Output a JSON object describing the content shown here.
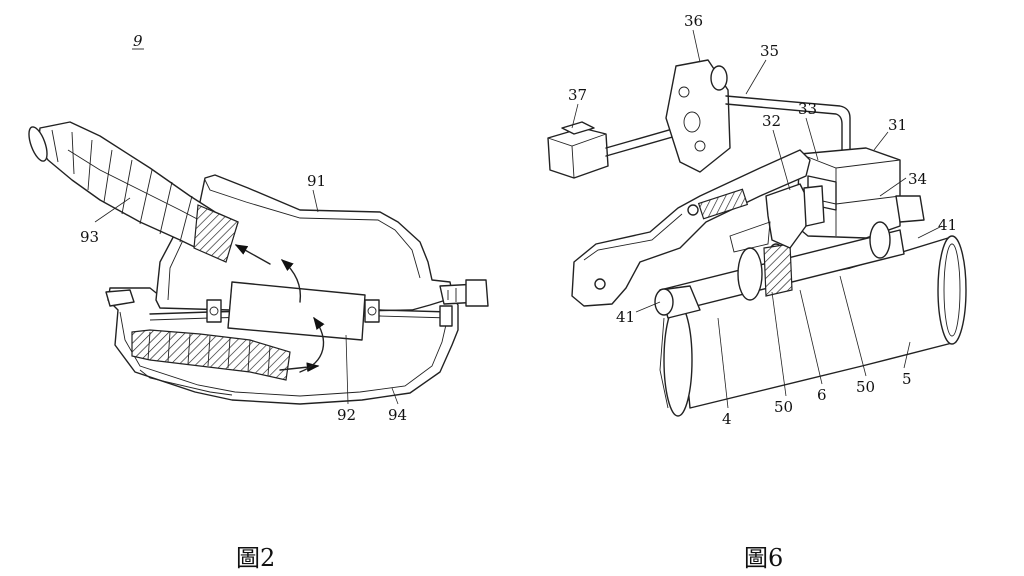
{
  "figures": [
    {
      "caption": "圖2",
      "labels": {
        "assembly": "9",
        "p91": "91",
        "p92": "92",
        "p93": "93",
        "p94": "94"
      }
    },
    {
      "caption": "圖6",
      "labels": {
        "p36": "36",
        "p35": "35",
        "p37": "37",
        "p33": "33",
        "p32": "32",
        "p31": "31",
        "p34": "34",
        "p41a": "41",
        "p41b": "41",
        "p4": "4",
        "p50a": "50",
        "p6": "6",
        "p50b": "50",
        "p5": "5"
      }
    }
  ]
}
